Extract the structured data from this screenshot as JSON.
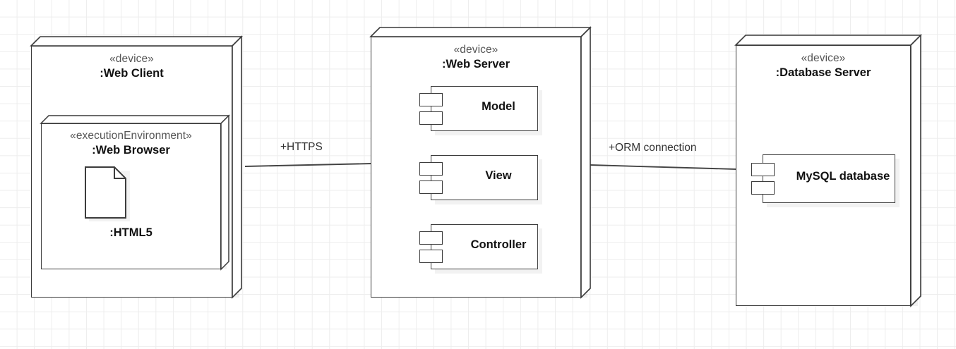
{
  "diagram": {
    "type": "uml-deployment-diagram",
    "nodes": [
      {
        "id": "web-client",
        "stereotype": "«device»",
        "name": ":Web Client",
        "children": [
          {
            "id": "web-browser",
            "stereotype": "«executionEnvironment»",
            "name": ":Web Browser",
            "artifacts": [
              {
                "id": "html5",
                "name": ":HTML5",
                "icon": "artifact-document-icon"
              }
            ]
          }
        ]
      },
      {
        "id": "web-server",
        "stereotype": "«device»",
        "name": ":Web Server",
        "components": [
          {
            "id": "model",
            "name": "Model",
            "icon": "component-icon"
          },
          {
            "id": "view",
            "name": "View",
            "icon": "component-icon"
          },
          {
            "id": "controller",
            "name": "Controller",
            "icon": "component-icon"
          }
        ]
      },
      {
        "id": "database-server",
        "stereotype": "«device»",
        "name": ":Database Server",
        "components": [
          {
            "id": "mysql-database",
            "name": "MySQL database",
            "icon": "component-icon"
          }
        ]
      }
    ],
    "connections": [
      {
        "id": "https-link",
        "label": "+HTTPS",
        "from": "web-client",
        "to": "web-server"
      },
      {
        "id": "orm-link",
        "label": "+ORM connection",
        "from": "web-server",
        "to": "database-server"
      }
    ],
    "colors": {
      "stroke": "#3a3a3a",
      "fill": "#ffffff",
      "grid": "#ededed",
      "stereotype_text": "#555555",
      "name_text": "#111111",
      "connector": "#444444"
    }
  }
}
